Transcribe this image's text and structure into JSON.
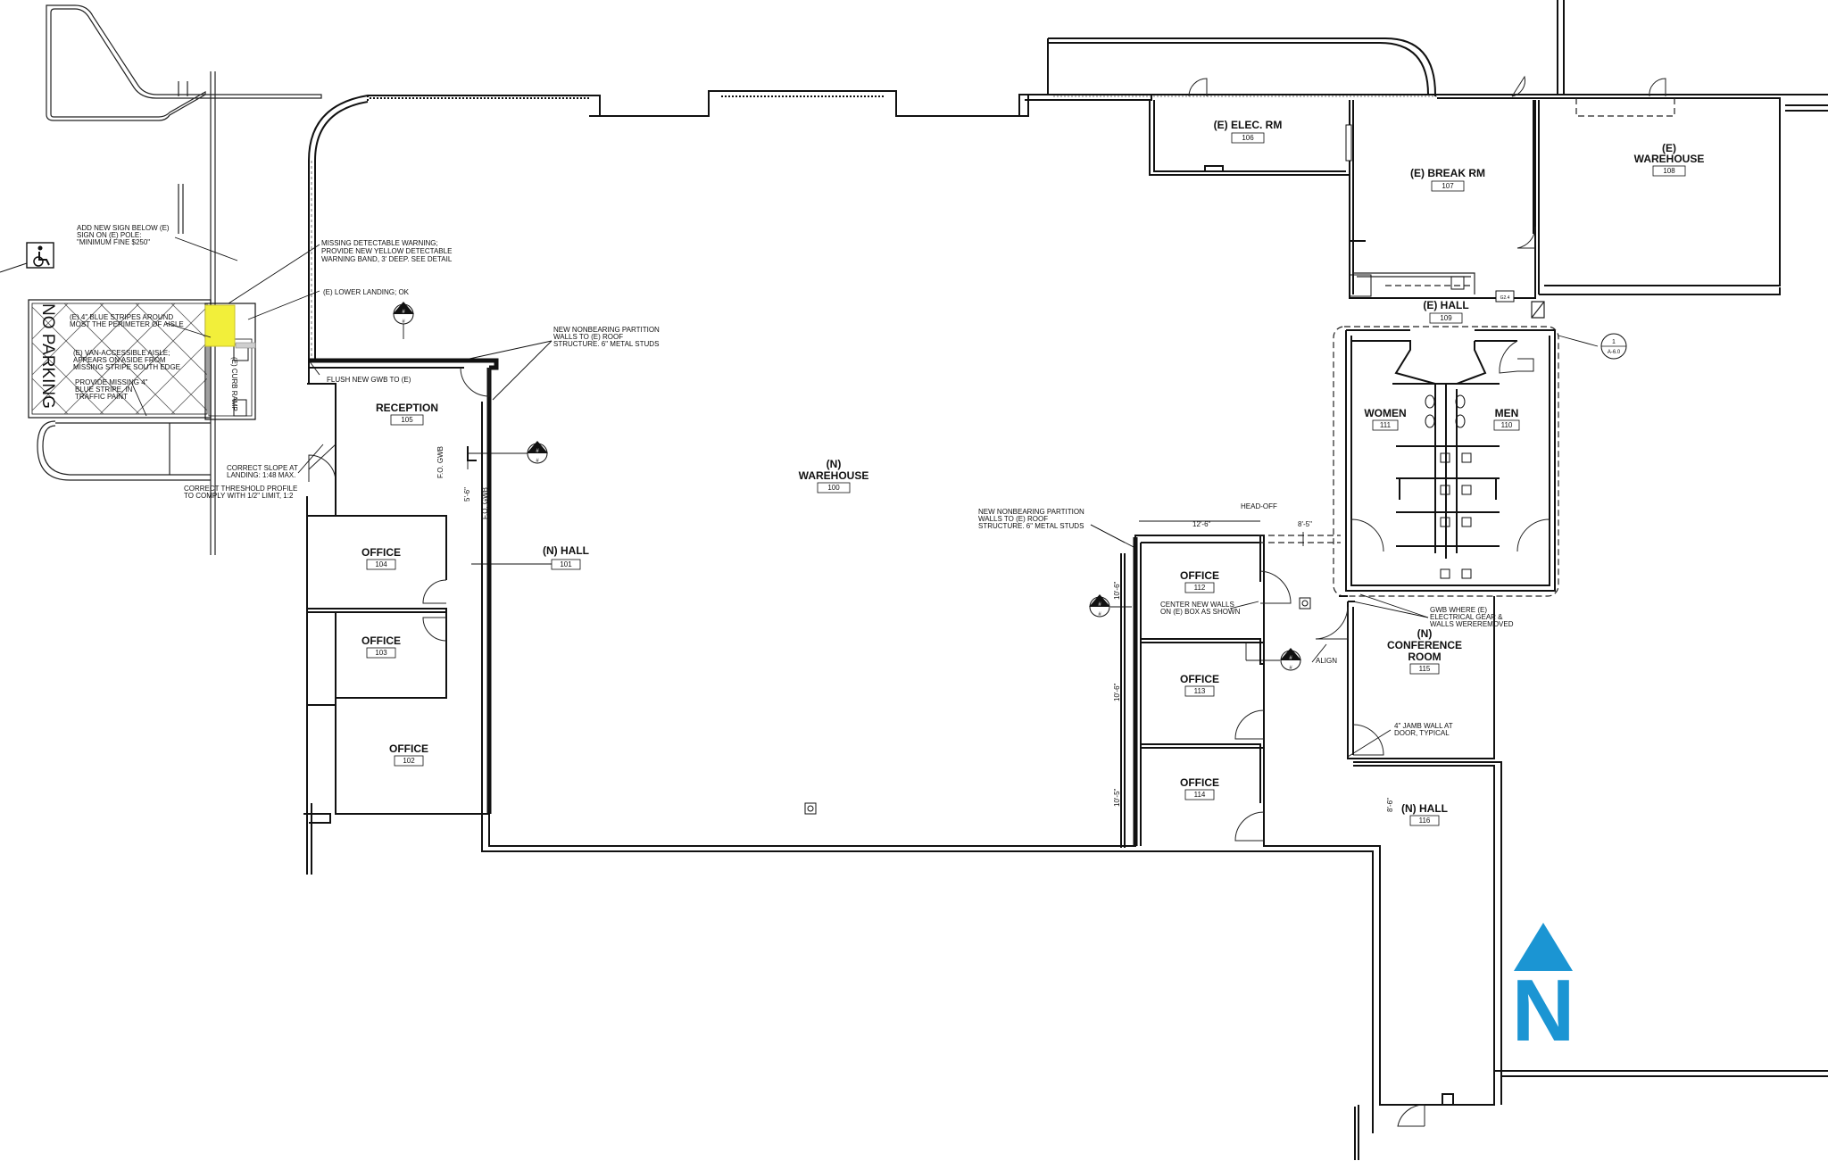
{
  "rooms": {
    "elec_rm": {
      "name": "(E) ELEC. RM",
      "number": "106"
    },
    "break_rm": {
      "name": "(E) BREAK RM",
      "number": "107"
    },
    "warehouse_e_line1": "(E)",
    "warehouse_e_line2": "WAREHOUSE",
    "warehouse_e_number": "108",
    "hall_e": {
      "name": "(E) HALL",
      "number": "109"
    },
    "warehouse_n_line1": "(N)",
    "warehouse_n_line2": "WAREHOUSE",
    "warehouse_n_number": "100",
    "reception": {
      "name": "RECEPTION",
      "number": "105"
    },
    "hall_n_101": {
      "name": "(N) HALL",
      "number": "101"
    },
    "office_104": {
      "name": "OFFICE",
      "number": "104"
    },
    "office_103": {
      "name": "OFFICE",
      "number": "103"
    },
    "office_102": {
      "name": "OFFICE",
      "number": "102"
    },
    "women": {
      "name": "WOMEN",
      "number": "111"
    },
    "men": {
      "name": "MEN",
      "number": "110"
    },
    "office_112": {
      "name": "OFFICE",
      "number": "112"
    },
    "office_113": {
      "name": "OFFICE",
      "number": "113"
    },
    "office_114": {
      "name": "OFFICE",
      "number": "114"
    },
    "conference_line1": "(N)",
    "conference_line2": "CONFERENCE",
    "conference_line3": "ROOM",
    "conference_number": "115",
    "hall_n_116": {
      "name": "(N) HALL",
      "number": "116"
    }
  },
  "notes": {
    "sign_1": "ADD NEW SIGN BELOW (E)",
    "sign_2": "SIGN ON (E) POLE:",
    "sign_3": "\"MINIMUM FINE $250\"",
    "detect_1": "MISSING DETECTABLE WARNING;",
    "detect_2": "PROVIDE NEW YELLOW DETECTABLE",
    "detect_3": "WARNING BAND, 3' DEEP. SEE DETAIL",
    "lower_landing": "(E) LOWER LANDING; OK",
    "stripes_1": "(E) 4\" BLUE STRIPES AROUND",
    "stripes_2": "MOST THE PERIMETER OF AISLE",
    "aisle_1": "(E) VAN-ACCESSIBLE AISLE;",
    "aisle_2": "APPEARS ON ASIDE FROM",
    "aisle_3": "MISSING STRIPE SOUTH EDGE",
    "provide_1": "PROVIDE MISSING 4\"",
    "provide_2": "BLUE STRIPE, IN",
    "provide_3": "TRAFFIC PAINT",
    "no_parking": "NO PARKING",
    "curb_ramp": "(E) CURB RAMP",
    "flush_gwb": "FLUSH NEW GWB TO (E)",
    "partition_a_1": "NEW NONBEARING PARTITION",
    "partition_a_2": "WALLS TO (E) ROOF",
    "partition_a_3": "STRUCTURE. 6\" METAL STUDS",
    "slope_1": "CORRECT SLOPE AT",
    "slope_2": "LANDING: 1:48 MAX.",
    "threshold_1": "CORRECT THRESHOLD PROFILE",
    "threshold_2": "TO COMPLY WITH 1/2\" LIMIT, 1:2",
    "fo_gwb_1": "F.O. GWB",
    "fo_gwb_2": "F.O. GWB",
    "dim_5_6": "5'-6\"",
    "partition_b_1": "NEW NONBEARING PARTITION",
    "partition_b_2": "WALLS TO (E) ROOF",
    "partition_b_3": "STRUCTURE. 6\" METAL STUDS",
    "head_off": "HEAD-OFF",
    "dim_12_6": "12'-6\"",
    "dim_8_5": "8'-5\"",
    "center_1": "CENTER NEW WALLS",
    "center_2": "ON (E) BOX AS SHOWN",
    "align": "ALIGN",
    "gwb_1": "GWB WHERE (E)",
    "gwb_2": "ELECTRICAL GEAR &",
    "gwb_3": "WALLS WEREREMOVED",
    "jamb_1": "4\" JAMB WALL AT",
    "jamb_2": "DOOR, TYPICAL",
    "dim_10_6_a": "10'-6\"",
    "dim_10_6_b": "10'-6\"",
    "dim_10_5": "10'-5\"",
    "dim_8_6": "8'-6\"",
    "callout_tag": "G2.4"
  },
  "section_markers": {
    "top": "#",
    "bottom": "#",
    "detail_top": "1",
    "detail_bottom": "A-6.0"
  },
  "north_arrow": {
    "letter": "N",
    "color": "#1b95d3"
  },
  "colors": {
    "detectable_warning": "#f2ef3a",
    "north_arrow": "#1b95d3",
    "ink": "#111111"
  }
}
